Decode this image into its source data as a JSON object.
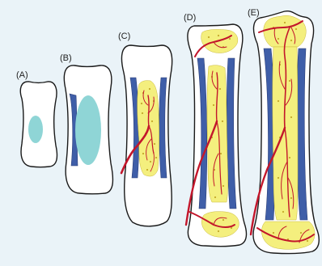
{
  "stages": [
    {
      "label": "(A)"
    },
    {
      "label": "(B)"
    },
    {
      "label": "(C)"
    },
    {
      "label": "(D)"
    },
    {
      "label": "(E)"
    }
  ],
  "colors": {
    "background": "#eaf3f8",
    "cartilage": "#8fd5d6",
    "periosteum": "#3f5ea8",
    "spongy_bone": "#f4ef7e",
    "blood_vessel": "#c3162b",
    "outline": "#1a1a1a"
  }
}
